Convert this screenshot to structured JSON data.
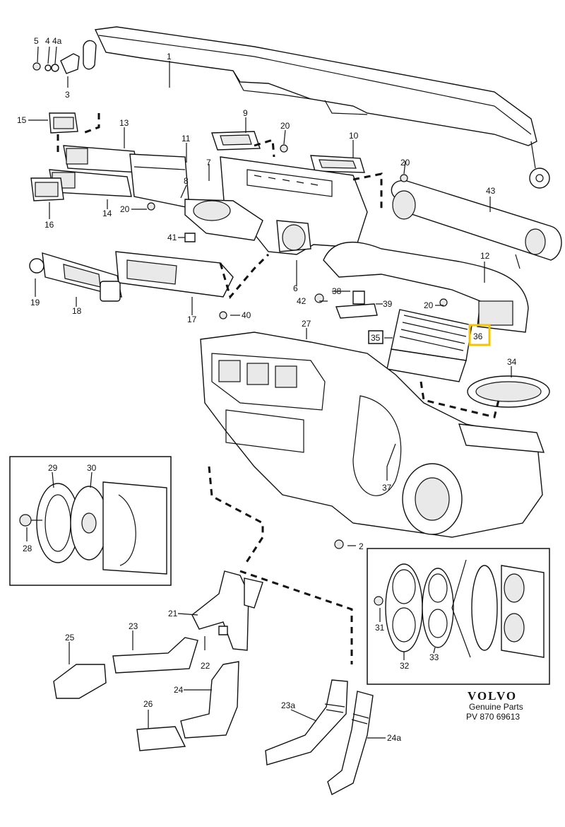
{
  "callouts": [
    {
      "id": "c1",
      "text": "1"
    },
    {
      "id": "c2",
      "text": "2"
    },
    {
      "id": "c3",
      "text": "3"
    },
    {
      "id": "c4",
      "text": "4"
    },
    {
      "id": "c4a",
      "text": "4a"
    },
    {
      "id": "c5",
      "text": "5"
    },
    {
      "id": "c6",
      "text": "6"
    },
    {
      "id": "c7",
      "text": "7"
    },
    {
      "id": "c8",
      "text": "8"
    },
    {
      "id": "c9",
      "text": "9"
    },
    {
      "id": "c10",
      "text": "10"
    },
    {
      "id": "c11",
      "text": "11"
    },
    {
      "id": "c12",
      "text": "12"
    },
    {
      "id": "c13",
      "text": "13"
    },
    {
      "id": "c14",
      "text": "14"
    },
    {
      "id": "c15",
      "text": "15"
    },
    {
      "id": "c16",
      "text": "16"
    },
    {
      "id": "c17",
      "text": "17"
    },
    {
      "id": "c18",
      "text": "18"
    },
    {
      "id": "c19",
      "text": "19"
    },
    {
      "id": "c20a",
      "text": "20"
    },
    {
      "id": "c20b",
      "text": "20"
    },
    {
      "id": "c20c",
      "text": "20"
    },
    {
      "id": "c20d",
      "text": "20"
    },
    {
      "id": "c21",
      "text": "21"
    },
    {
      "id": "c22",
      "text": "22"
    },
    {
      "id": "c23",
      "text": "23"
    },
    {
      "id": "c23a",
      "text": "23a"
    },
    {
      "id": "c24",
      "text": "24"
    },
    {
      "id": "c24a",
      "text": "24a"
    },
    {
      "id": "c25",
      "text": "25"
    },
    {
      "id": "c26",
      "text": "26"
    },
    {
      "id": "c27",
      "text": "27"
    },
    {
      "id": "c28",
      "text": "28"
    },
    {
      "id": "c29",
      "text": "29"
    },
    {
      "id": "c30",
      "text": "30"
    },
    {
      "id": "c31",
      "text": "31"
    },
    {
      "id": "c32",
      "text": "32"
    },
    {
      "id": "c33",
      "text": "33"
    },
    {
      "id": "c34",
      "text": "34"
    },
    {
      "id": "c35",
      "text": "35"
    },
    {
      "id": "c36",
      "text": "36"
    },
    {
      "id": "c37",
      "text": "37"
    },
    {
      "id": "c38",
      "text": "38"
    },
    {
      "id": "c39",
      "text": "39"
    },
    {
      "id": "c40",
      "text": "40"
    },
    {
      "id": "c41",
      "text": "41"
    },
    {
      "id": "c42",
      "text": "42"
    },
    {
      "id": "c43",
      "text": "43"
    }
  ],
  "brand": {
    "name": "VOLVO",
    "subtitle": "Genuine Parts",
    "part_number": "PV 870  69613"
  },
  "highlight_color": "#f5c400"
}
